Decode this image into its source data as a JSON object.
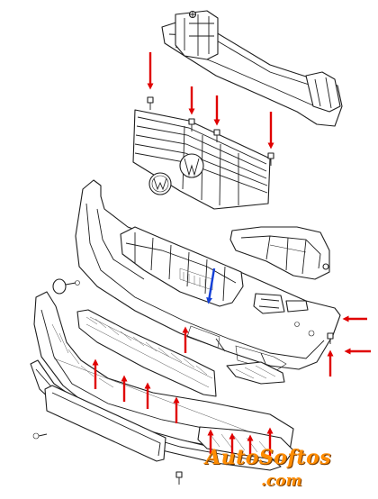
{
  "watermark": {
    "main": "AutoSoftos",
    "sub": ".com"
  },
  "colors": {
    "fastener_arrow": "#e00000",
    "highlight_arrow": "#1440d8",
    "watermark": "#ff8c00",
    "line_art": "#1e1e1e"
  },
  "diagram": {
    "parts": [
      "bumper-reinforcement-bar",
      "radiator-grille",
      "vw-emblem",
      "bumper-cover",
      "impact-absorber",
      "left-mounting-bracket",
      "right-mounting-bracket",
      "lower-grille",
      "lower-spoiler",
      "license-plate-holder",
      "fog-light-trim",
      "tow-eye-cap"
    ],
    "fastener_arrow_count": 16,
    "highlight_arrow_count": 1
  }
}
